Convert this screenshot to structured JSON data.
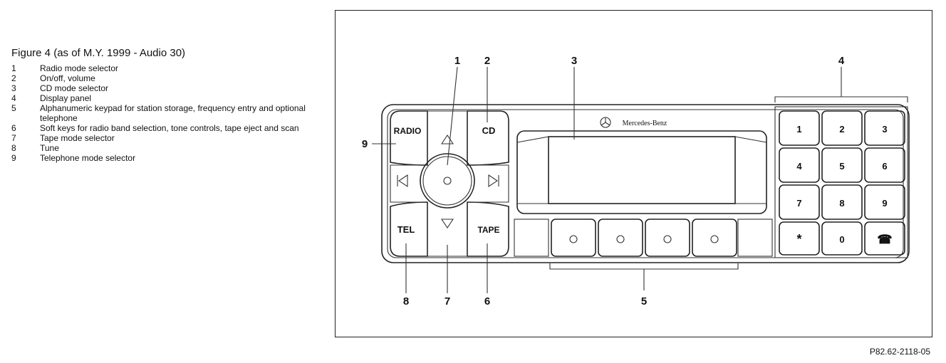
{
  "legend": {
    "title": "Figure 4 (as of M.Y. 1999 - Audio 30)",
    "items": [
      {
        "num": "1",
        "text": "Radio mode selector"
      },
      {
        "num": "2",
        "text": "On/off, volume"
      },
      {
        "num": "3",
        "text": "CD mode selector"
      },
      {
        "num": "4",
        "text": "Display panel"
      },
      {
        "num": "5",
        "text": "Alphanumeric keypad for station storage, frequency entry and optional telephone"
      },
      {
        "num": "6",
        "text": "Soft keys for radio band selection, tone controls, tape eject  and scan"
      },
      {
        "num": "7",
        "text": "Tape mode selector"
      },
      {
        "num": "8",
        "text": "Tune"
      },
      {
        "num": "9",
        "text": "Telephone mode selector"
      }
    ]
  },
  "diagram": {
    "callouts": {
      "c1": "1",
      "c2": "2",
      "c3": "3",
      "c4": "4",
      "c5": "5",
      "c6": "6",
      "c7": "7",
      "c8": "8",
      "c9": "9"
    },
    "buttons": {
      "radio": "RADIO",
      "cd": "CD",
      "tel": "TEL",
      "tape": "TAPE"
    },
    "brand": "Mercedes-Benz",
    "keypad": [
      "1",
      "2",
      "3",
      "4",
      "5",
      "6",
      "7",
      "8",
      "9",
      "*",
      "0",
      "☎"
    ]
  },
  "reference": "P82.62-2118-05"
}
